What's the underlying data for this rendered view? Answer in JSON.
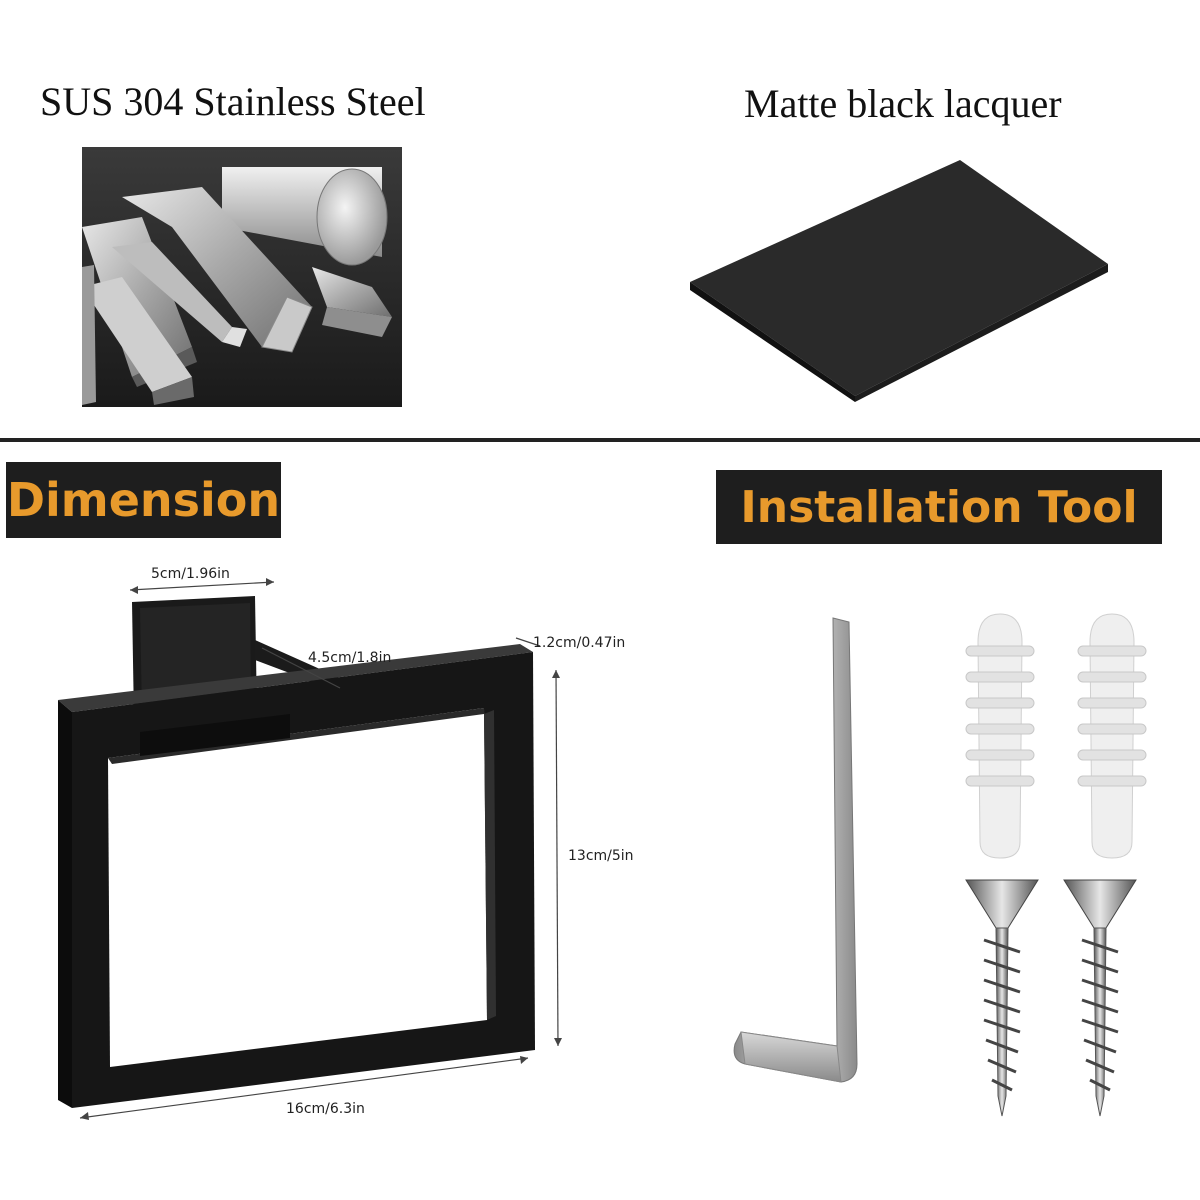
{
  "top": {
    "left_title": "SUS 304 Stainless Steel",
    "right_title": "Matte black lacquer"
  },
  "dimension": {
    "banner": "Dimension",
    "labels": {
      "base_width": "5cm/1.96in",
      "depth": "4.5cm/1.8in",
      "thickness": "1.2cm/0.47in",
      "height": "13cm/5in",
      "width": "16cm/6.3in"
    }
  },
  "installation": {
    "banner": "Installation Tool"
  },
  "colors": {
    "banner_bg": "#1e1e1e",
    "banner_text": "#e89a2c",
    "product_black": "#141414"
  }
}
